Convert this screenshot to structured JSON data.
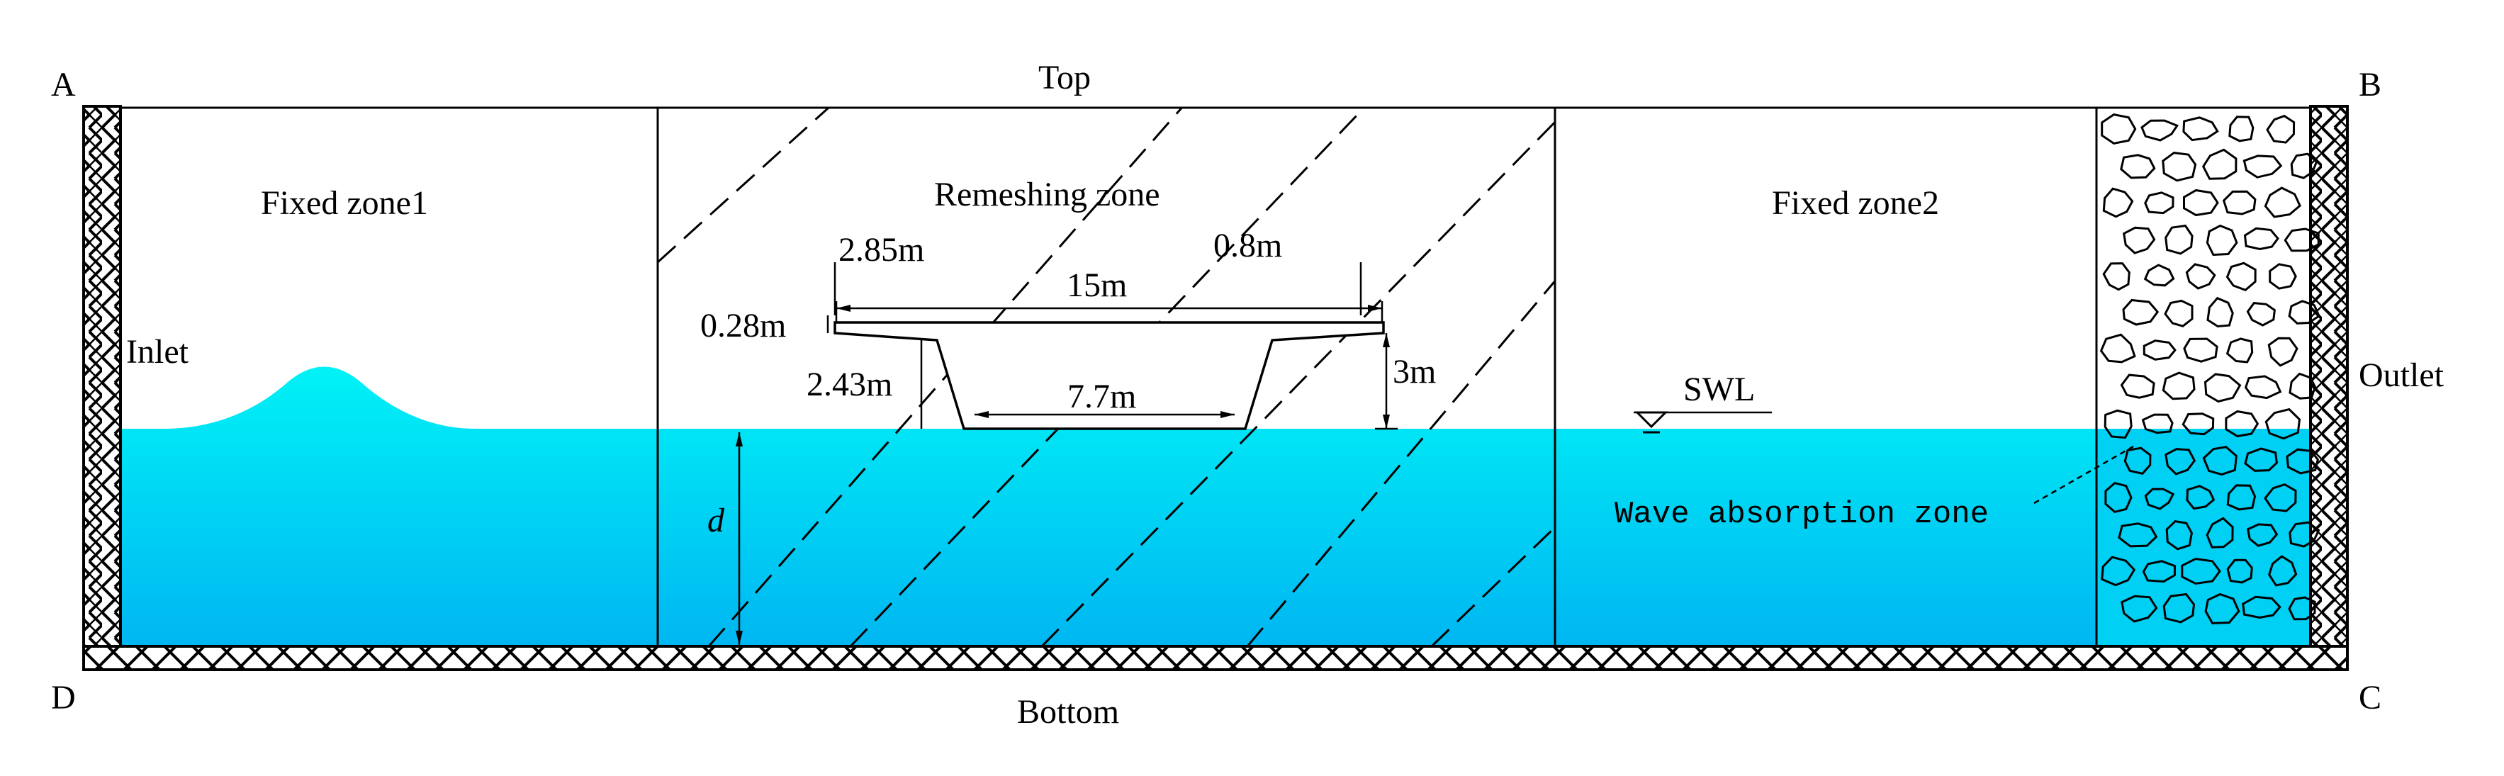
{
  "corners": {
    "a": "A",
    "b": "B",
    "c": "C",
    "d": "D"
  },
  "boundaries": {
    "top": "Top",
    "bottom": "Bottom",
    "inlet": "Inlet",
    "outlet": "Outlet"
  },
  "zones": {
    "fixed1": "Fixed zone1",
    "remeshing": "Remeshing zone",
    "fixed2": "Fixed zone2",
    "absorption": "Wave absorption zone"
  },
  "dims": {
    "overhang_left": "2.85m",
    "overhang_right": "0.8m",
    "deck_width": "15m",
    "deck_thickness": "0.28m",
    "web_height": "2.43m",
    "bottom_width": "7.7m",
    "total_height": "3m",
    "depth": "d"
  },
  "swl": "SWL",
  "colors": {
    "water_top": "#00f2f6",
    "water_bottom": "#00b8f2",
    "line": "#000000",
    "wall": "#000000"
  },
  "icons": [
    "hatch-wall-icon",
    "rubble-stones-icon",
    "swl-triangle-icon"
  ]
}
